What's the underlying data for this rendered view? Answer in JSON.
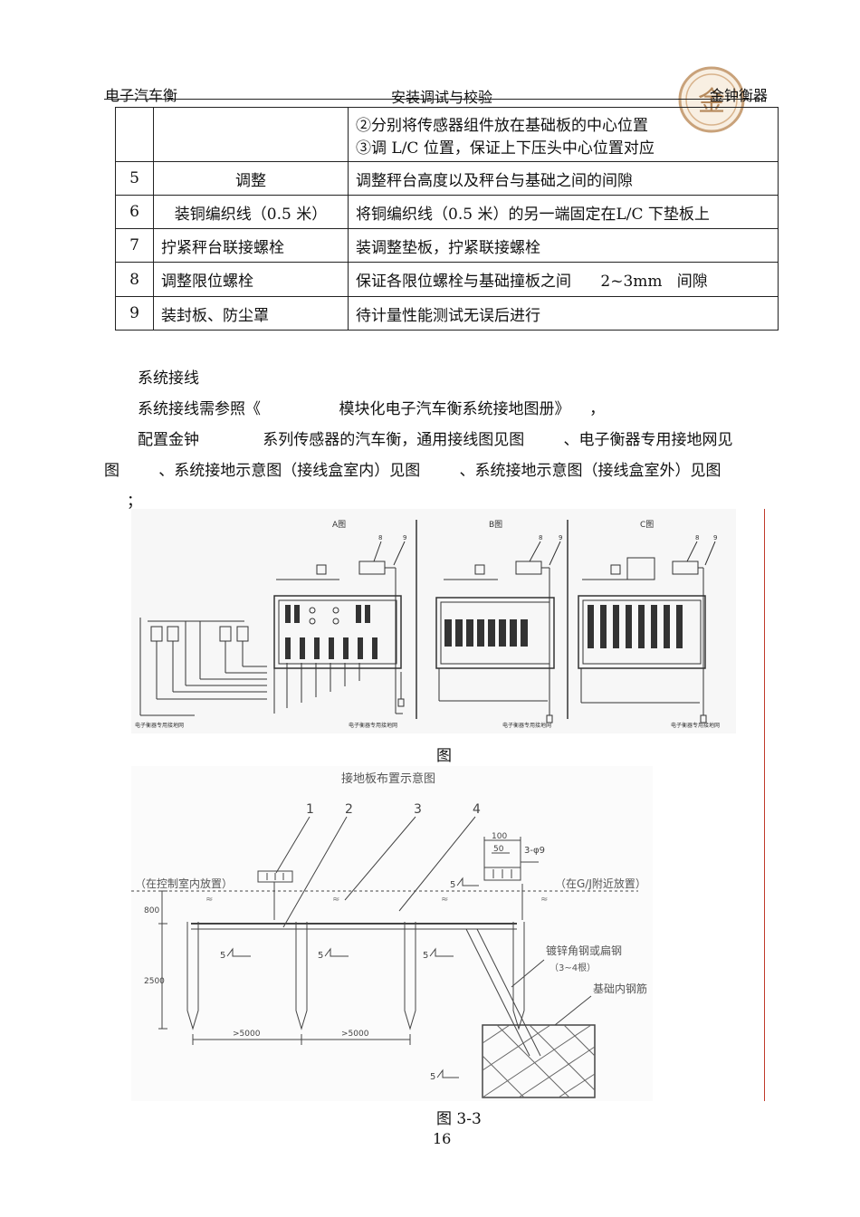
{
  "header": {
    "left": "电子汽车衡",
    "center": "安装调试与校验",
    "right": "金钟衡器",
    "logo_glyph": "金"
  },
  "table": {
    "rows": [
      {
        "num": "",
        "action": "",
        "desc": [
          "②分别将传感器组件放在基础板的中心位置",
          "③调 L/C 位置，保证上下压头中心位置对应"
        ]
      },
      {
        "num": "5",
        "action": "调整",
        "desc": [
          "调整秤台高度以及秤台与基础之间的间隙"
        ]
      },
      {
        "num": "6",
        "action": "装铜编织线（0.5 米）",
        "desc": [
          "将铜编织线（0.5 米）的另一端固定在L/C 下垫板上"
        ]
      },
      {
        "num": "7",
        "action": "拧紧秤台联接螺栓",
        "desc": [
          "装调整垫板，拧紧联接螺栓"
        ]
      },
      {
        "num": "8",
        "action": "调整限位螺栓",
        "desc": [
          "保证各限位螺栓与基础撞板之间      2~3mm   间隙"
        ]
      },
      {
        "num": "9",
        "action": "装封板、防尘罩",
        "desc": [
          "待计量性能测试无误后进行"
        ]
      }
    ]
  },
  "body": {
    "heading": "系统接线",
    "line1": "系统接线需参照《                模块化电子汽车衡系统接地图册》    ，",
    "line2": "配置金钟             系列传感器的汽车衡，通用接线图见图        、电子衡器专用接地网见",
    "line3": "图        、系统接地示意图（接线盒室内）见图        、系统接地示意图（接线盒室外）见图",
    "line4": "；"
  },
  "figure1": {
    "panel_titles": [
      "A图",
      "B图",
      "C图"
    ],
    "ground_labels": [
      "电子衡器专用接地网",
      "电子衡器专用接地网",
      "电子衡器专用接地网",
      "电子衡器专用接地网"
    ],
    "callouts": [
      "8",
      "9",
      "8",
      "9",
      "8",
      "9"
    ],
    "caption": "图"
  },
  "figure2": {
    "title": "接地板布置示意图",
    "callouts": [
      "1",
      "2",
      "3",
      "4"
    ],
    "left_note": "（在控制室内放置）",
    "right_note": "（在G/J附近放置）",
    "dim_100": "100",
    "dim_50": "50",
    "dim_holes": "3-φ9",
    "dim_800": "800",
    "dim_2500": "2500",
    "dim_span1": ">5000",
    "dim_span2": ">5000",
    "steel_label": "镀锌角钢或扁钢",
    "steel_count": "（3~4根）",
    "rebar_label": "基础内钢筋",
    "weld_mark": "5",
    "caption": "图 3-3"
  },
  "page_number": "16"
}
